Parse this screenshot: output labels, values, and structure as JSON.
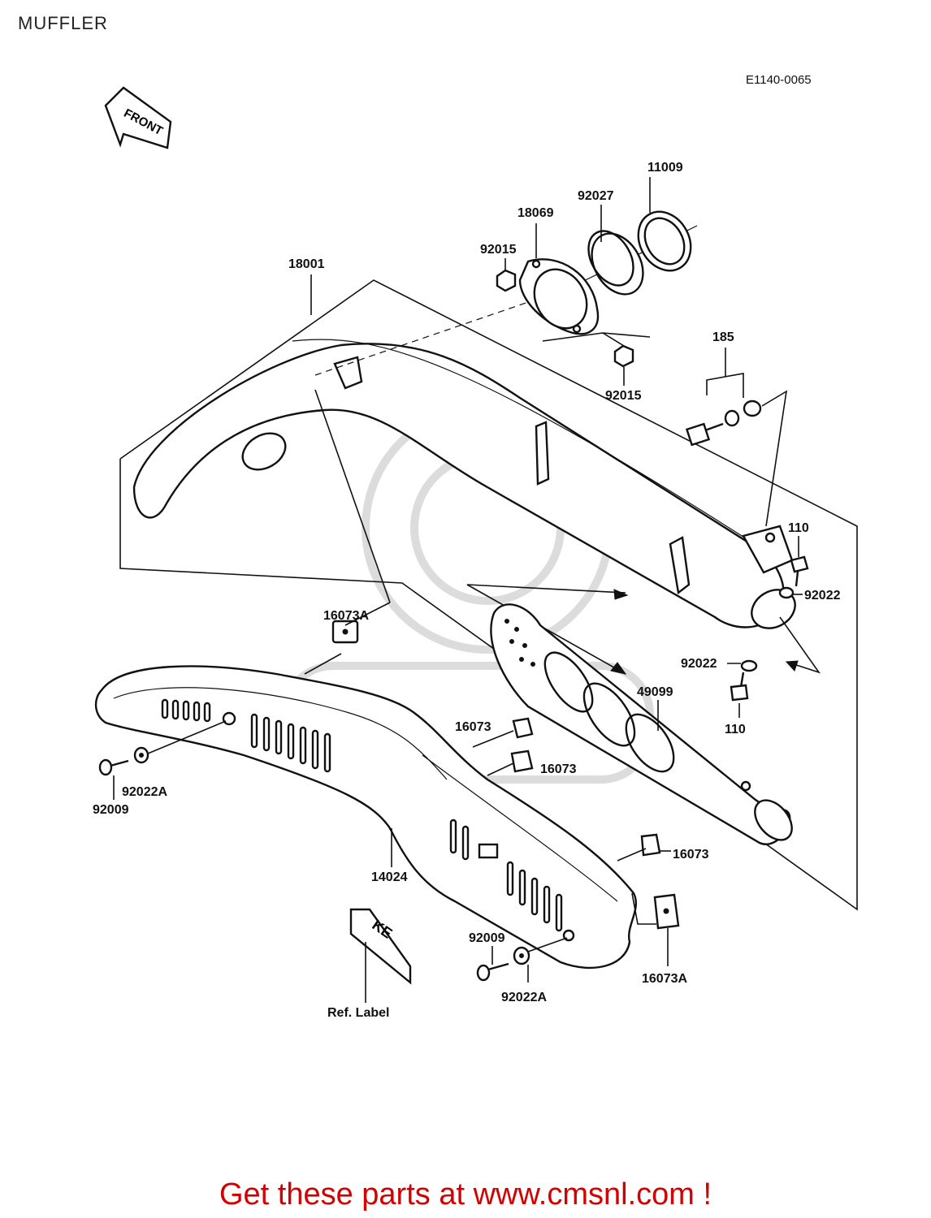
{
  "title": "MUFFLER",
  "figure_code": "E1140-0065",
  "front_label": "FRONT",
  "ref_plate_text": "KE",
  "part_labels": {
    "p18001": "18001",
    "p18069": "18069",
    "p92027": "92027",
    "p11009": "11009",
    "p92015_top": "92015",
    "p92015_bottom": "92015",
    "p185": "185",
    "p110_top": "110",
    "p92022_right": "92022",
    "p92022_left": "92022",
    "p110_bottom": "110",
    "p49099": "49099",
    "p16073A_top": "16073A",
    "p16073_1": "16073",
    "p16073_2": "16073",
    "p16073_3": "16073",
    "p16073A_bottom": "16073A",
    "p92022A_left": "92022A",
    "p92009_left": "92009",
    "p14024": "14024",
    "p92009_bottom": "92009",
    "p92022A_bottom": "92022A",
    "ref_label": "Ref. Label"
  },
  "footer": "Get these parts at www.cmsnl.com !",
  "colors": {
    "footer": "#d20000",
    "lines": "#111111",
    "watermark": "#dcdcdc"
  }
}
